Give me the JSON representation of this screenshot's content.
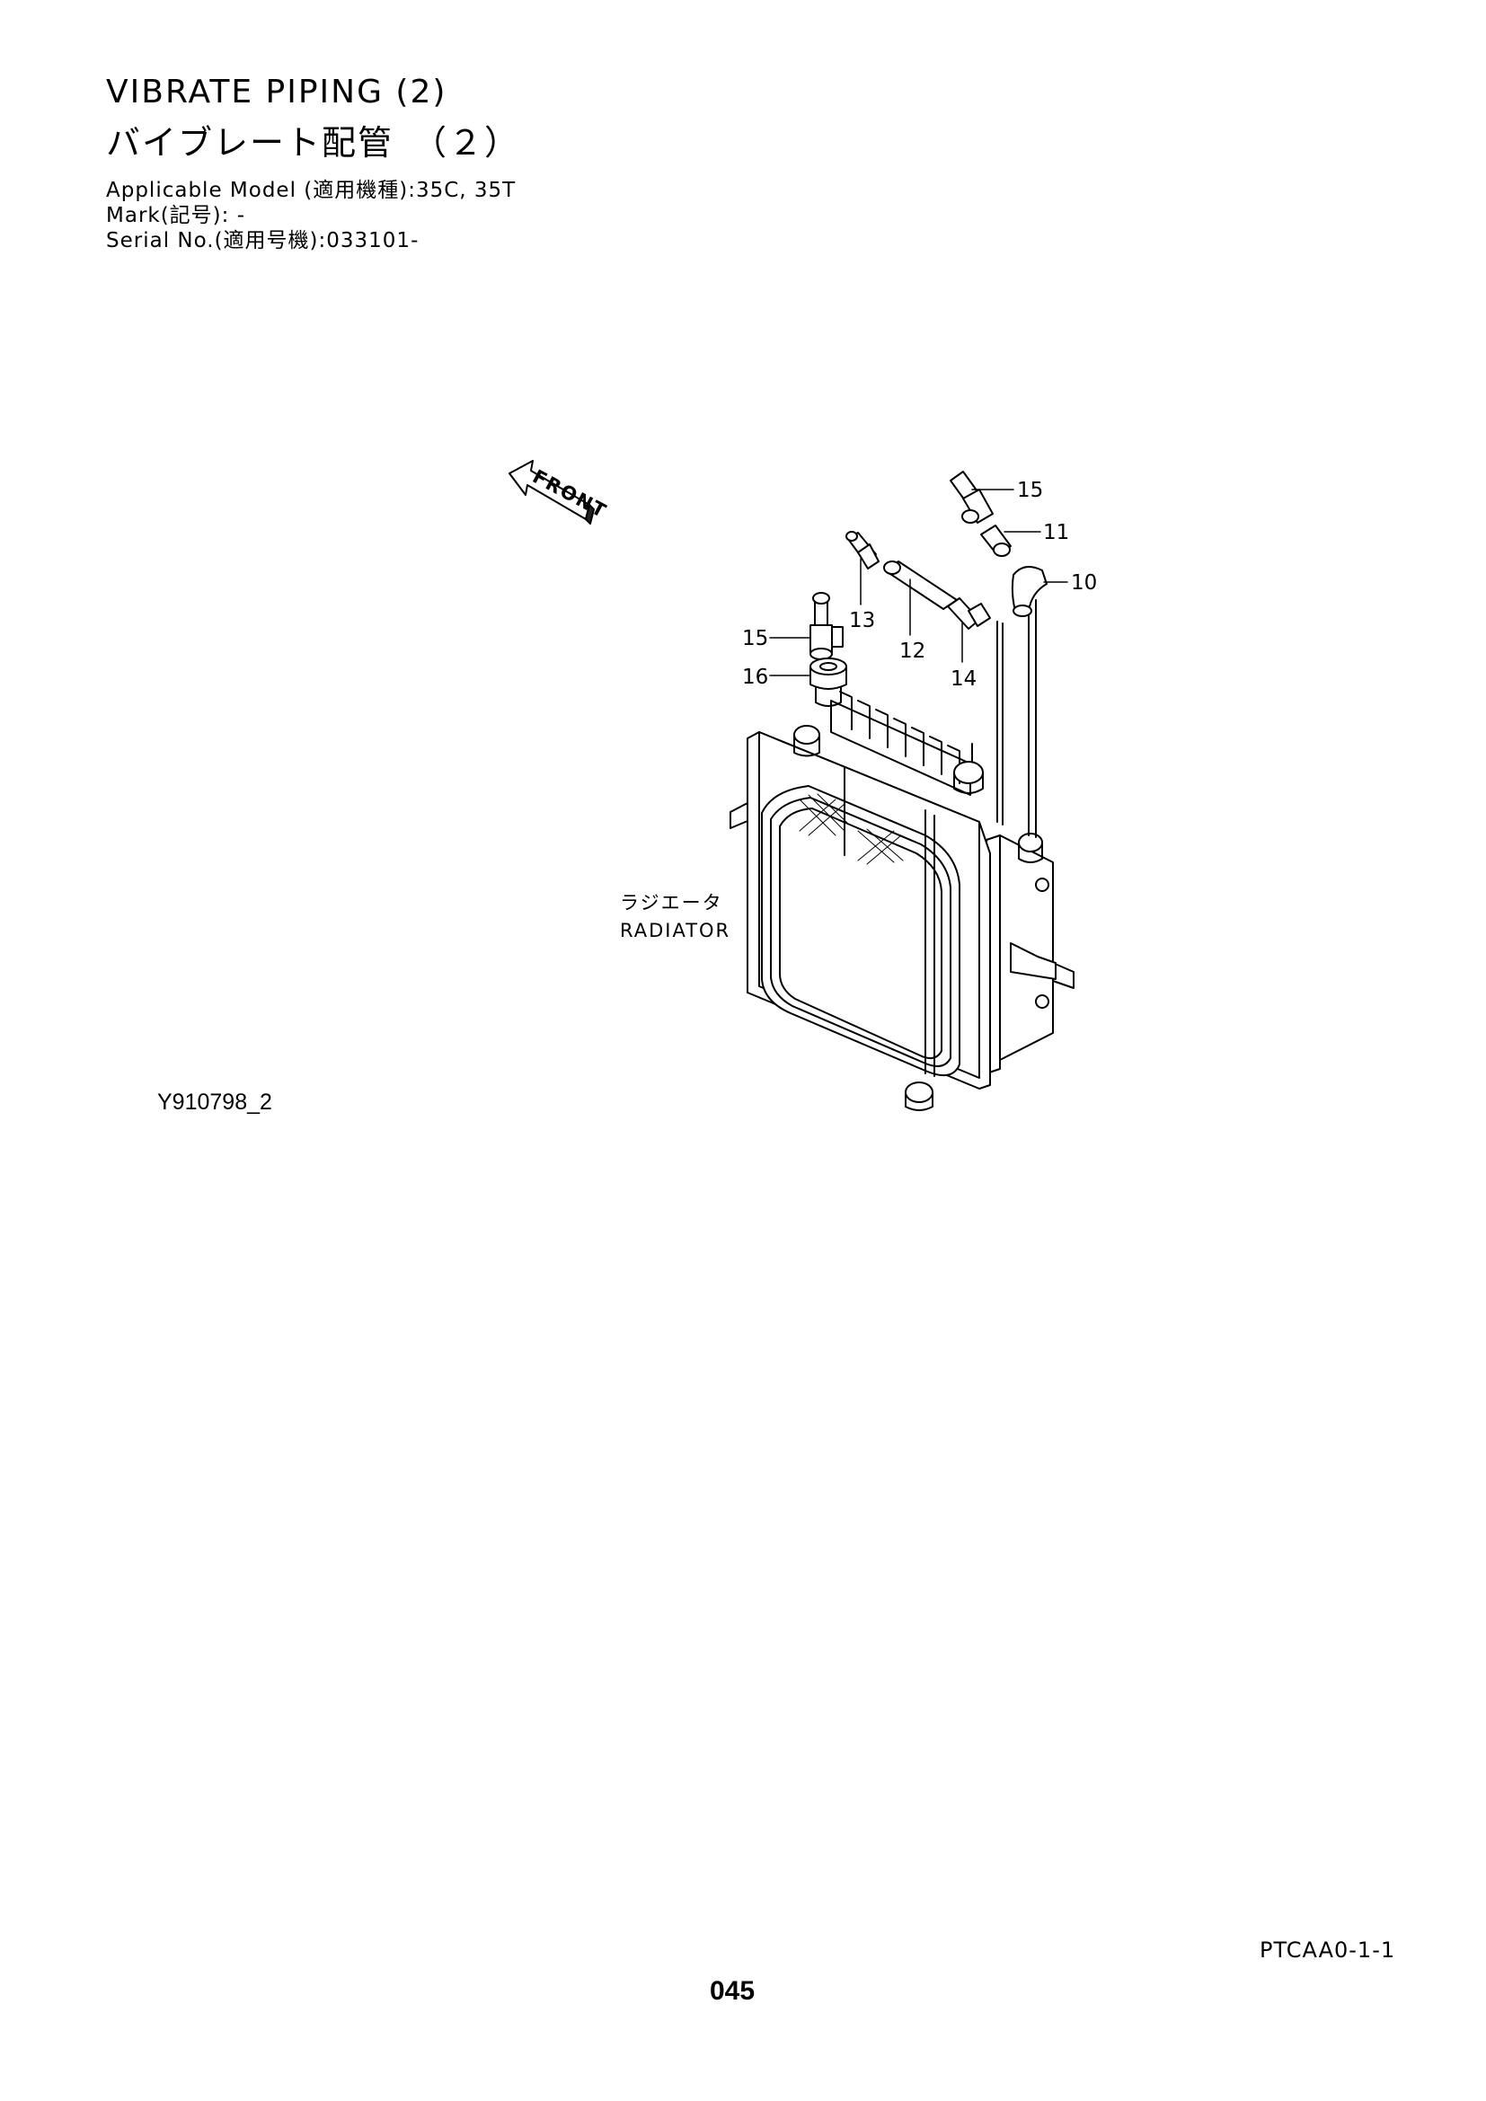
{
  "header": {
    "title_en": "VIBRATE PIPING (2)",
    "title_jp": "バイブレート配管　（２）",
    "applicable_model": "Applicable Model (適用機種):35C, 35T",
    "mark": "Mark(記号): -",
    "serial_no": "Serial No.(適用号機):033101-"
  },
  "diagram": {
    "front_label": "FRONT",
    "radiator_label_jp": "ラジエータ",
    "radiator_label_en": "RADIATOR",
    "callouts": {
      "c15_top": "15",
      "c11": "11",
      "c10": "10",
      "c13": "13",
      "c12": "12",
      "c14": "14",
      "c15_left": "15",
      "c16": "16"
    }
  },
  "footer": {
    "figure_id": "Y910798_2",
    "doc_code": "PTCAA0-1-1",
    "page_number": "045"
  }
}
